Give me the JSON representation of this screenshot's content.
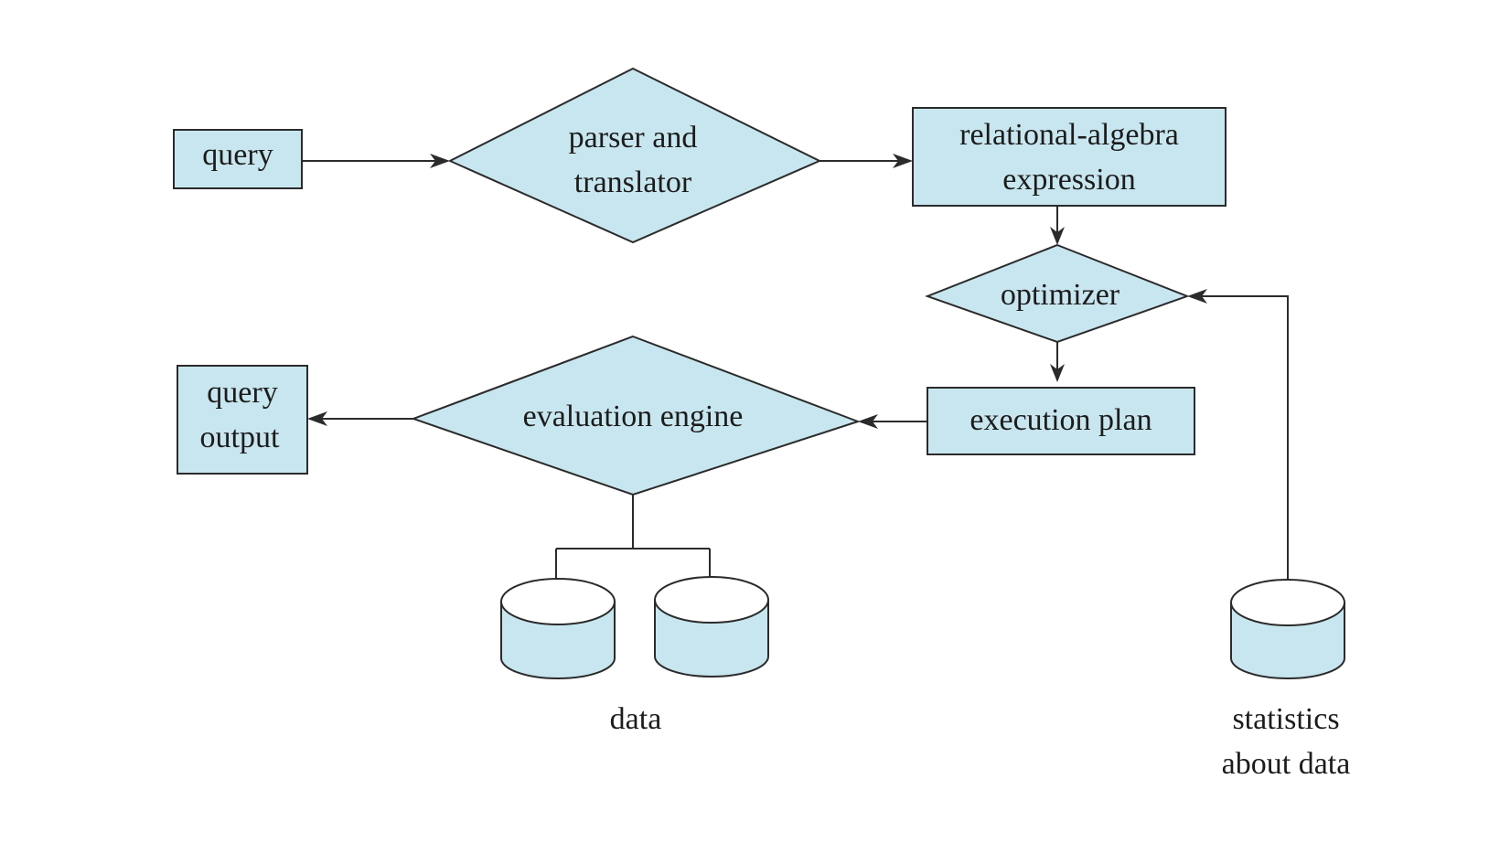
{
  "diagram": {
    "colors": {
      "fill": "#c8e6ef",
      "stroke": "#2b2b2b",
      "text": "#1c1c1c",
      "background": "#ffffff"
    },
    "nodes": {
      "query": {
        "shape": "rectangle",
        "label": "query"
      },
      "parser": {
        "shape": "diamond",
        "line1": "parser and",
        "line2": "translator"
      },
      "relational_algebra": {
        "shape": "rectangle",
        "line1": "relational-algebra",
        "line2": "expression"
      },
      "optimizer": {
        "shape": "diamond",
        "label": "optimizer"
      },
      "execution_plan": {
        "shape": "rectangle",
        "label": "execution plan"
      },
      "evaluation_engine": {
        "shape": "diamond",
        "label": "evaluation engine"
      },
      "query_output": {
        "shape": "rectangle",
        "line1": "query",
        "line2": "output"
      },
      "data": {
        "shape": "cylinder-pair",
        "label": "data"
      },
      "statistics": {
        "shape": "cylinder",
        "line1": "statistics",
        "line2": "about data"
      }
    },
    "edges": [
      {
        "from": "query",
        "to": "parser and translator"
      },
      {
        "from": "parser and translator",
        "to": "relational-algebra expression"
      },
      {
        "from": "relational-algebra expression",
        "to": "optimizer"
      },
      {
        "from": "statistics about data",
        "to": "optimizer"
      },
      {
        "from": "optimizer",
        "to": "execution plan"
      },
      {
        "from": "execution plan",
        "to": "evaluation engine"
      },
      {
        "from": "evaluation engine",
        "to": "query output"
      },
      {
        "from": "evaluation engine",
        "to": "data"
      }
    ]
  }
}
